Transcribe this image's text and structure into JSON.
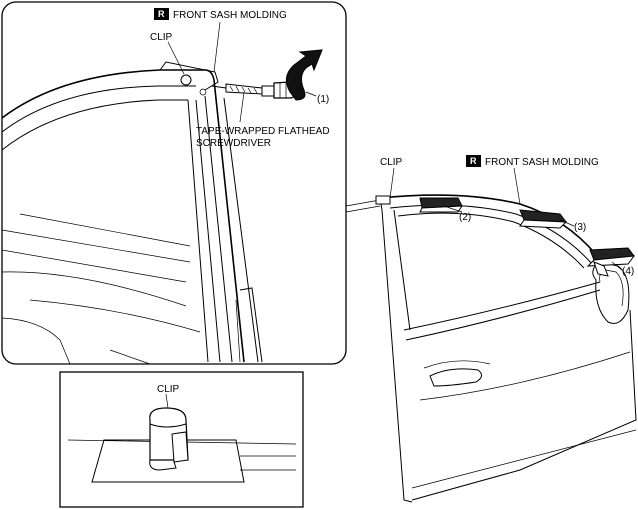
{
  "labels": {
    "r_badge": "R",
    "front_sash_molding": "FRONT SASH MOLDING",
    "clip": "CLIP",
    "screwdriver_line1": "TAPE-WRAPPED FLATHEAD",
    "screwdriver_line2": "SCREWDRIVER",
    "step1": "(1)",
    "step2": "(2)",
    "step3": "(3)",
    "step4": "(4)"
  }
}
